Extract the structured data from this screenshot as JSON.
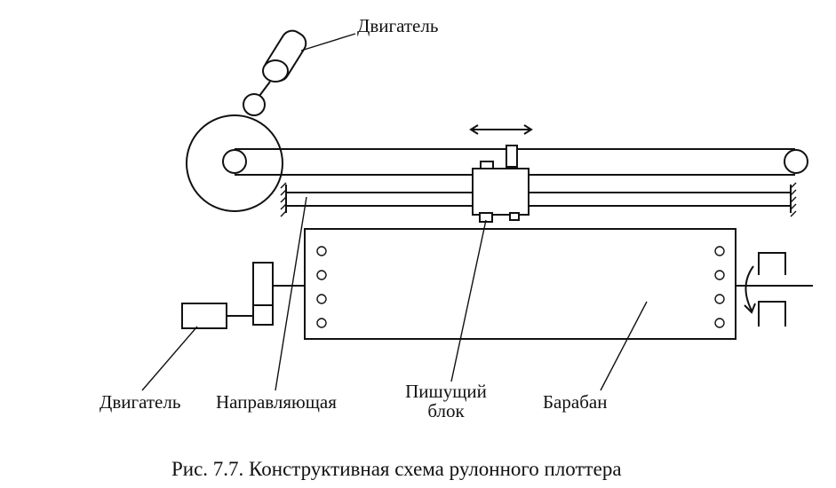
{
  "labels": {
    "motor_top": "Двигатель",
    "motor_bottom": "Двигатель",
    "guide": "Направляющая",
    "pen_block_line1": "Пишущий",
    "pen_block_line2": "блок",
    "drum": "Барабан"
  },
  "caption": "Рис. 7.7. Конструктивная схема рулонного плоттера"
}
